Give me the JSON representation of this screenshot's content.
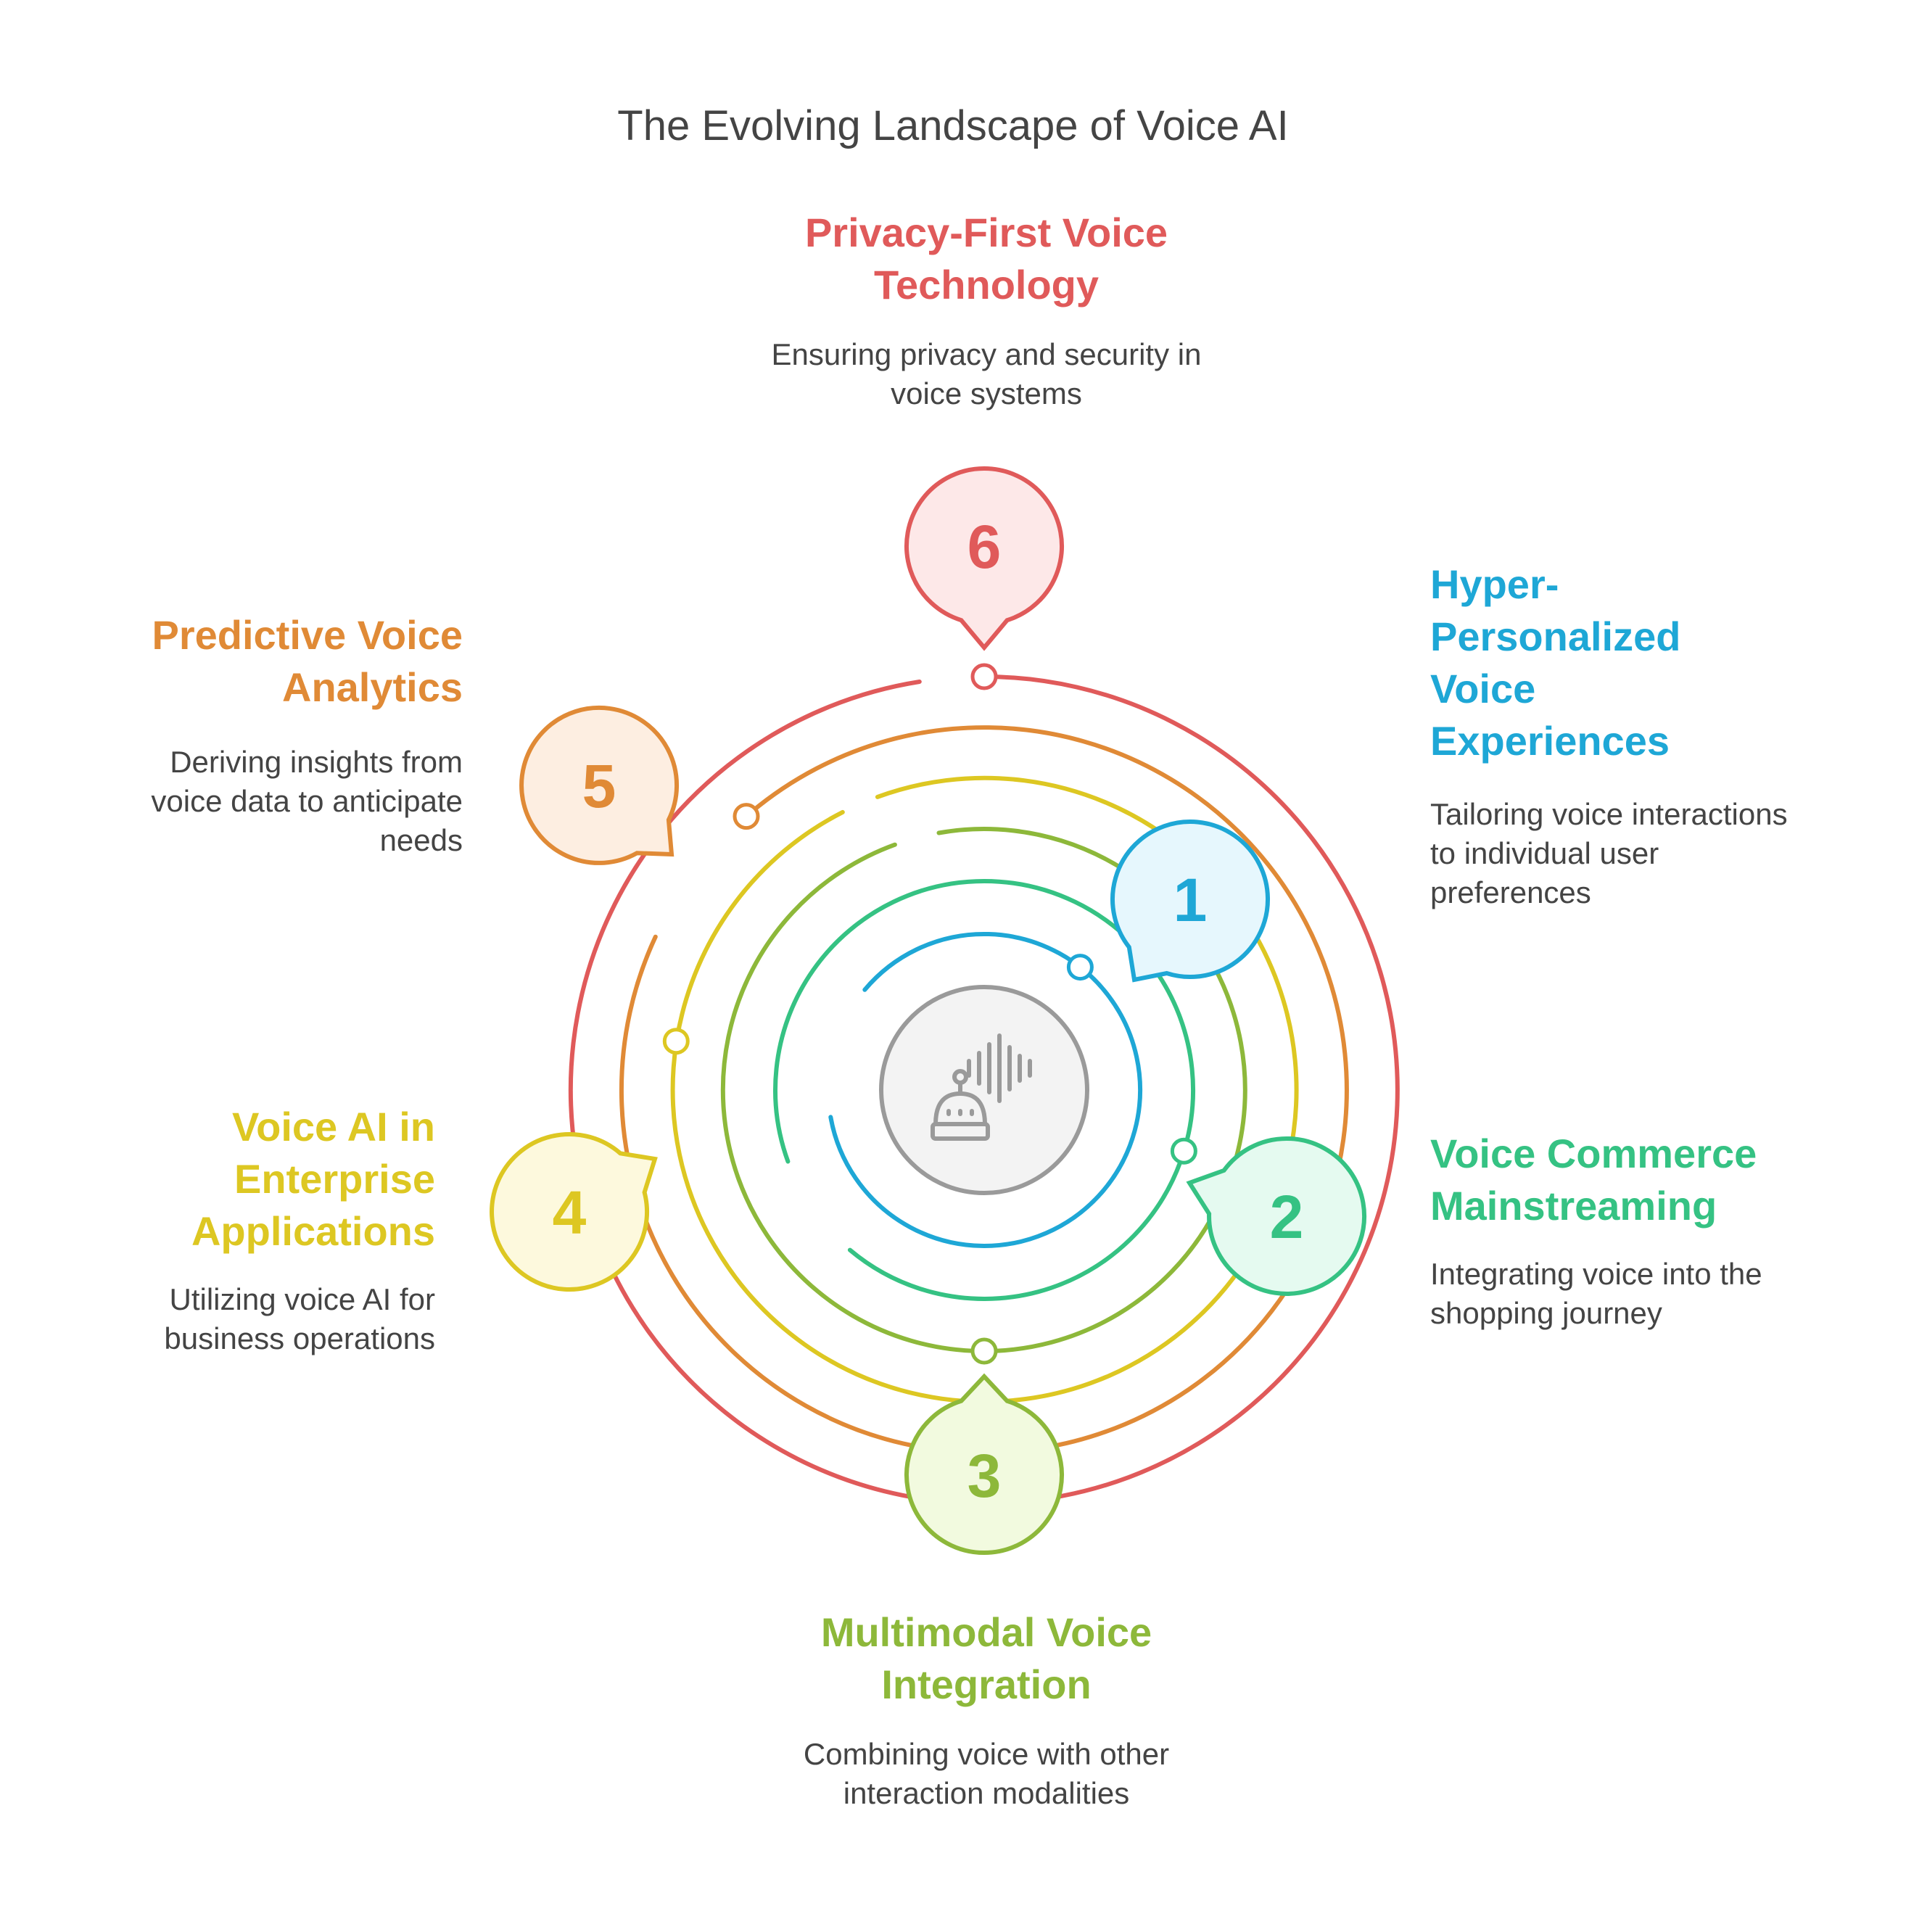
{
  "title": "The Evolving Landscape of Voice AI",
  "center_icon": "voice-bot-icon",
  "steps": [
    {
      "number": "1",
      "title": "Hyper-Personalized Voice Experiences",
      "description": "Tailoring voice interactions to individual user preferences",
      "color": "#1EA7D6",
      "fill": "#E6F7FD"
    },
    {
      "number": "2",
      "title": "Voice Commerce Mainstreaming",
      "description": "Integrating voice into the shopping journey",
      "color": "#35C283",
      "fill": "#E5FAF0"
    },
    {
      "number": "3",
      "title": "Multimodal Voice Integration",
      "description": "Combining voice with other interaction modalities",
      "color": "#8DB83A",
      "fill": "#F2FADF"
    },
    {
      "number": "4",
      "title": "Voice AI in Enterprise Applications",
      "description": "Utilizing voice AI for business operations",
      "color": "#DDC722",
      "fill": "#FDF9DD"
    },
    {
      "number": "5",
      "title": "Predictive Voice Analytics",
      "description": "Deriving insights from voice data to anticipate needs",
      "color": "#E08A36",
      "fill": "#FDEEE1"
    },
    {
      "number": "6",
      "title": "Privacy-First Voice Technology",
      "description": "Ensuring privacy and security in voice systems",
      "color": "#E05A5A",
      "fill": "#FDE8E8"
    }
  ]
}
